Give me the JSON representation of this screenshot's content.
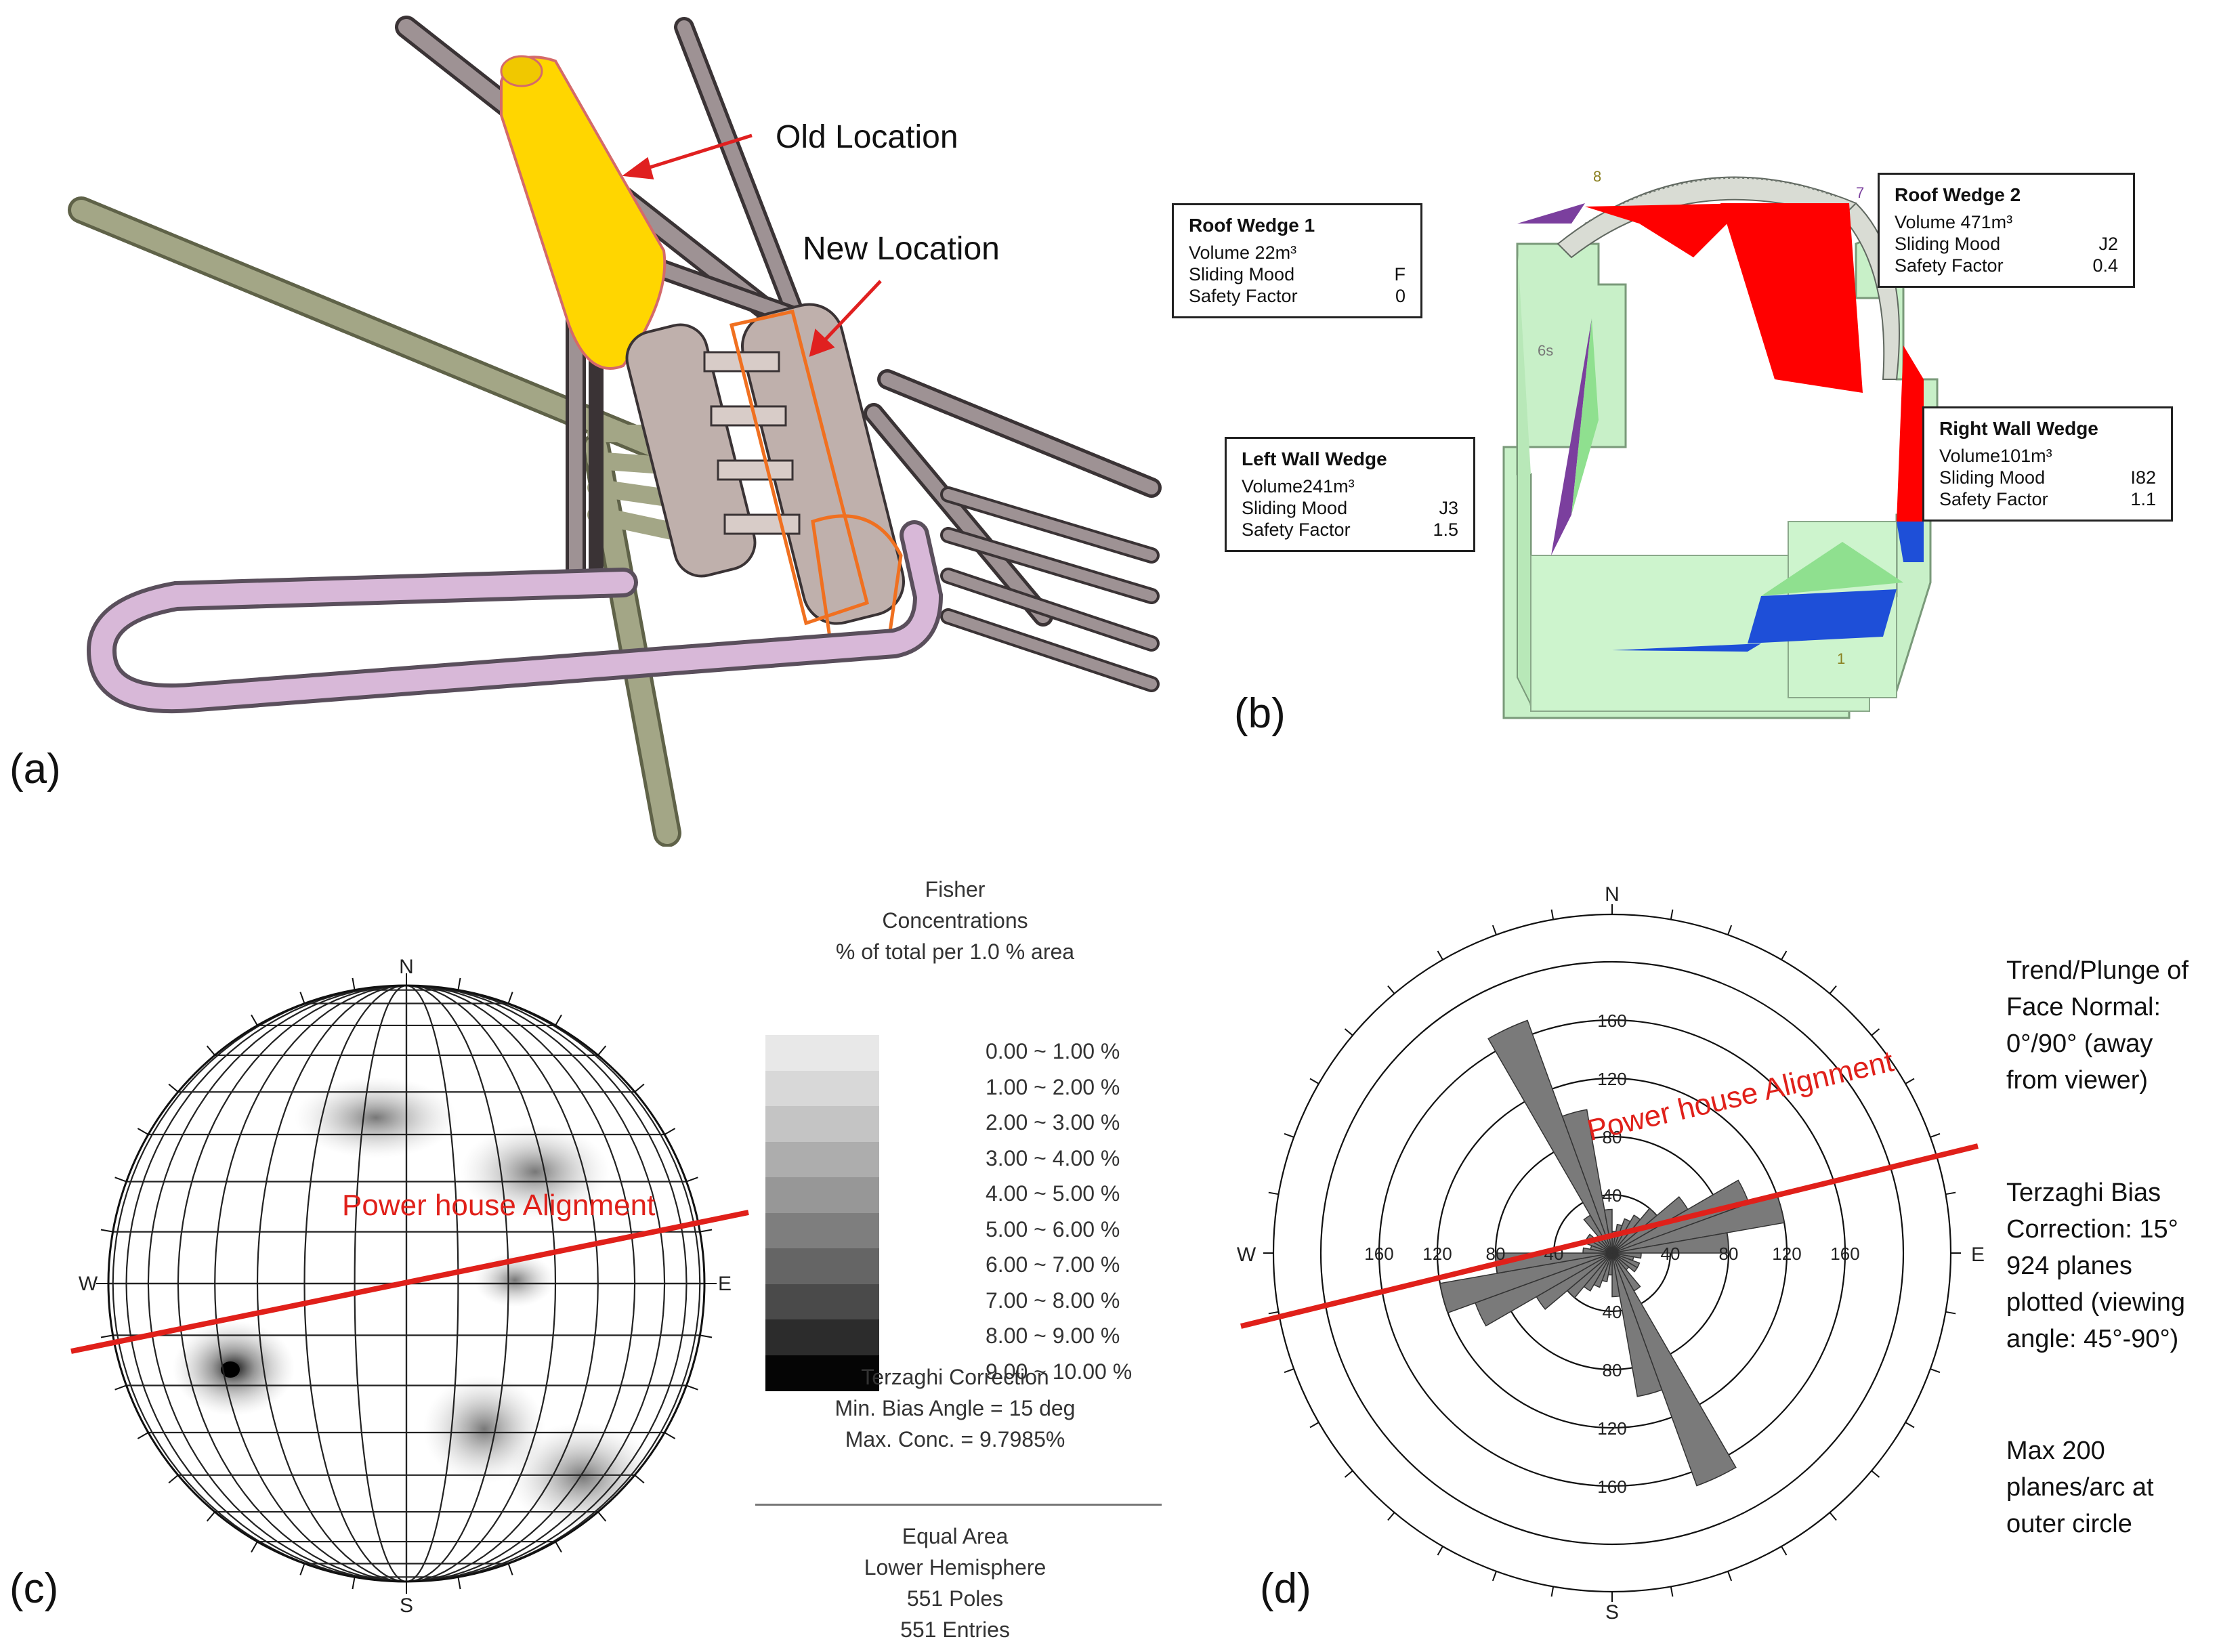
{
  "panel_a": {
    "label": "(a)",
    "old_location": "Old Location",
    "new_location": "New Location"
  },
  "panel_b": {
    "label": "(b)",
    "vertex_labels": [
      "8",
      "7",
      "6s",
      "1"
    ],
    "wedges": [
      {
        "title": "Roof Wedge 1",
        "volume": "Volume 22m³",
        "mode_label": "Sliding Mood",
        "mode": "F",
        "sf_label": "Safety Factor",
        "sf": "0"
      },
      {
        "title": "Roof Wedge 2",
        "volume": "Volume 471m³",
        "mode_label": "Sliding Mood",
        "mode": "J2",
        "sf_label": "Safety Factor",
        "sf": "0.4"
      },
      {
        "title": "Left Wall Wedge",
        "volume": "Volume241m³",
        "mode_label": "Sliding Mood",
        "mode": "J3",
        "sf_label": "Safety Factor",
        "sf": "1.5"
      },
      {
        "title": "Right Wall Wedge",
        "volume": "Volume101m³",
        "mode_label": "Sliding Mood",
        "mode": "I82",
        "sf_label": "Safety Factor",
        "sf": "1.1"
      }
    ],
    "colors": {
      "red": "#ff0000",
      "blue": "#1e4fd8",
      "green": "#c8f0c8",
      "purple": "#7b3f9e"
    }
  },
  "panel_c": {
    "label": "(c)",
    "compass": [
      "N",
      "E",
      "S",
      "W"
    ],
    "alignment_label": "Power   house Alignment",
    "legend_title": [
      "Fisher",
      "Concentrations",
      "% of total per 1.0 % area"
    ],
    "legend_ranges": [
      "0.00 ~  1.00 %",
      "1.00 ~  2.00 %",
      "2.00 ~  3.00 %",
      "3.00 ~  4.00 %",
      "4.00 ~  5.00 %",
      "5.00 ~  6.00 %",
      "6.00 ~  7.00 %",
      "7.00 ~  8.00 %",
      "8.00 ~  9.00 %",
      "9.00 ~ 10.00 %"
    ],
    "legend_shades": [
      "#e8e8e8",
      "#d8d8d8",
      "#c4c4c4",
      "#adadad",
      "#979797",
      "#7e7e7e",
      "#656565",
      "#4a4a4a",
      "#2c2c2c",
      "#050505"
    ],
    "terzaghi": [
      "Terzaghi Correction",
      "Min. Bias Angle = 15 deg",
      "Max. Conc. = 9.7985%"
    ],
    "projection": [
      "Equal Area",
      "Lower Hemisphere",
      "551 Poles",
      "551 Entries"
    ]
  },
  "panel_d": {
    "label": "(d)",
    "compass": [
      "N",
      "E",
      "S",
      "W"
    ],
    "alignment_label": "Power   house Alignment",
    "ring_labels": [
      "40",
      "80",
      "120",
      "160"
    ],
    "notes": [
      "Trend/Plunge of Face Normal: 0°/90° (away from viewer)",
      "Terzaghi Bias Correction: 15° 924 planes plotted (viewing angle: 45°-90°)",
      "Max 200 planes/arc at outer circle"
    ],
    "chart_data": {
      "type": "rose",
      "bin_width_deg": 10,
      "radial_max": 200,
      "bins": [
        {
          "dir": 5,
          "count": 15
        },
        {
          "dir": 15,
          "count": 20
        },
        {
          "dir": 25,
          "count": 25
        },
        {
          "dir": 35,
          "count": 30
        },
        {
          "dir": 45,
          "count": 40
        },
        {
          "dir": 55,
          "count": 60
        },
        {
          "dir": 65,
          "count": 100
        },
        {
          "dir": 75,
          "count": 120
        },
        {
          "dir": 85,
          "count": 80
        },
        {
          "dir": 95,
          "count": 20
        },
        {
          "dir": 105,
          "count": 15
        },
        {
          "dir": 115,
          "count": 20
        },
        {
          "dir": 125,
          "count": 20
        },
        {
          "dir": 135,
          "count": 15
        },
        {
          "dir": 145,
          "count": 30
        },
        {
          "dir": 155,
          "count": 170
        },
        {
          "dir": 165,
          "count": 100
        },
        {
          "dir": 175,
          "count": 30
        },
        {
          "dir": 185,
          "count": 15
        },
        {
          "dir": 195,
          "count": 20
        },
        {
          "dir": 205,
          "count": 25
        },
        {
          "dir": 215,
          "count": 30
        },
        {
          "dir": 225,
          "count": 40
        },
        {
          "dir": 235,
          "count": 60
        },
        {
          "dir": 245,
          "count": 100
        },
        {
          "dir": 255,
          "count": 120
        },
        {
          "dir": 265,
          "count": 80
        },
        {
          "dir": 275,
          "count": 20
        },
        {
          "dir": 285,
          "count": 15
        },
        {
          "dir": 295,
          "count": 20
        },
        {
          "dir": 305,
          "count": 20
        },
        {
          "dir": 315,
          "count": 15
        },
        {
          "dir": 325,
          "count": 30
        },
        {
          "dir": 335,
          "count": 170
        },
        {
          "dir": 345,
          "count": 100
        },
        {
          "dir": 355,
          "count": 30
        }
      ]
    }
  }
}
